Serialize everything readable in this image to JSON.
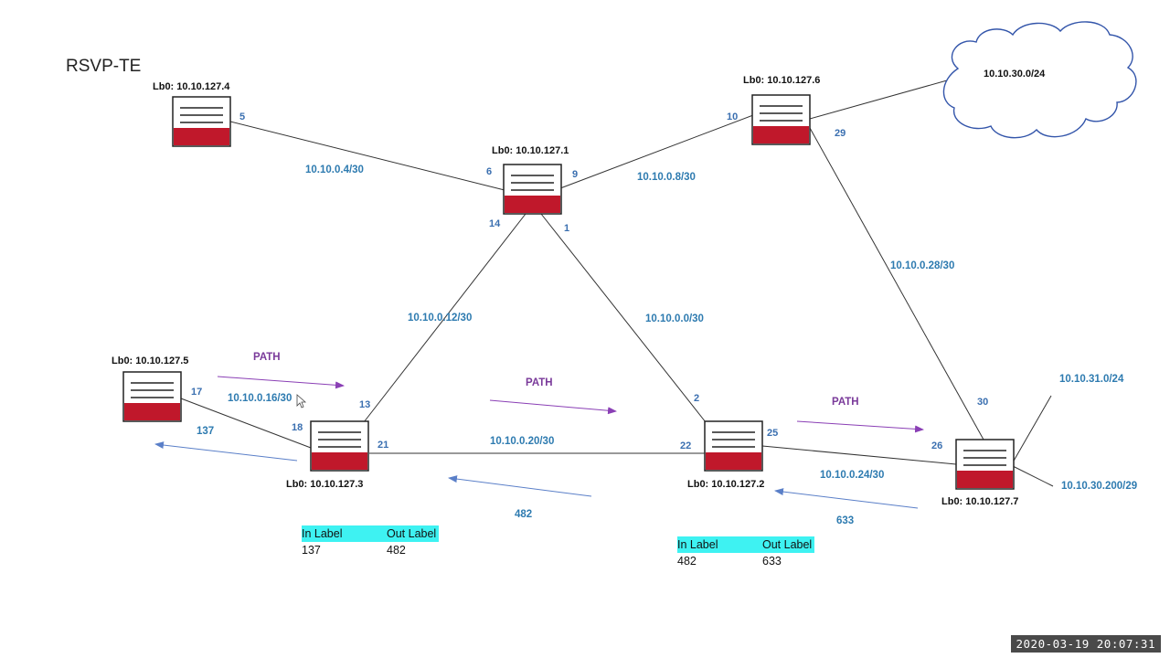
{
  "title": "RSVP-TE",
  "routers": {
    "r4": "Lb0: 10.10.127.4",
    "r1": "Lb0: 10.10.127.1",
    "r6": "Lb0: 10.10.127.6",
    "r5": "Lb0: 10.10.127.5",
    "r3": "Lb0: 10.10.127.3",
    "r2": "Lb0: 10.10.127.2",
    "r7": "Lb0: 10.10.127.7"
  },
  "ports": {
    "p5": "5",
    "p6": "6",
    "p9": "9",
    "p10": "10",
    "p29": "29",
    "p14": "14",
    "p1": "1",
    "p17": "17",
    "p18": "18",
    "p13": "13",
    "p21": "21",
    "p2": "2",
    "p22": "22",
    "p25": "25",
    "p26": "26",
    "p30": "30"
  },
  "subnets": {
    "s_4_1": "10.10.0.4/30",
    "s_1_6": "10.10.0.8/30",
    "s_6_7": "10.10.0.28/30",
    "s_1_3": "10.10.0.12/30",
    "s_1_2": "10.10.0.0/30",
    "s_5_3": "10.10.0.16/30",
    "s_3_2": "10.10.0.20/30",
    "s_2_7": "10.10.0.24/30",
    "cloud": "10.10.30.0/24",
    "net31": "10.10.31.0/24",
    "net200": "10.10.30.200/29"
  },
  "path_labels": {
    "p1": "PATH",
    "p2": "PATH",
    "p3": "PATH"
  },
  "resv_labels": {
    "l137": "137",
    "l482": "482",
    "l633": "633"
  },
  "label_tables": {
    "t3": {
      "in_header": "In Label",
      "out_header": "Out Label",
      "in_value": "137",
      "out_value": "482"
    },
    "t2": {
      "in_header": "In Label",
      "out_header": "Out Label",
      "in_value": "482",
      "out_value": "633"
    }
  },
  "timestamp": "2020-03-19  20:07:31",
  "colors": {
    "router_red": "#c0182b",
    "path_arrow": "#8a3fb5",
    "resv_arrow": "#5a7fc8",
    "table_header": "#3ef2f2"
  }
}
